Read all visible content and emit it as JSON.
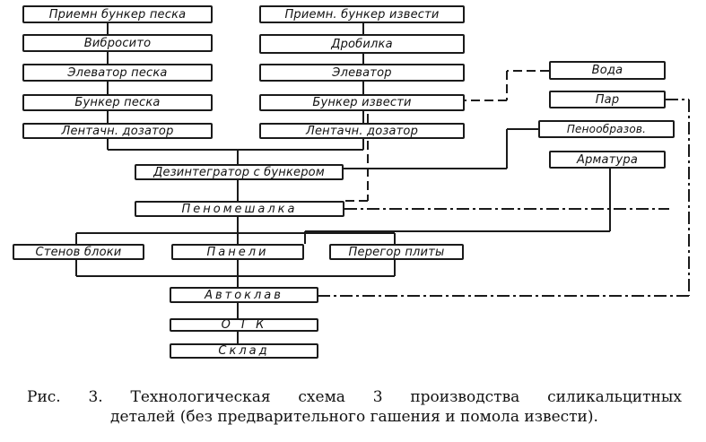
{
  "diagram": {
    "sand_line": {
      "receiving_hopper": "Приемн бункер песка",
      "vibrating_screen": "Вибросито",
      "elevator": "Элеватор песка",
      "hopper": "Бункер песка",
      "belt_dispenser": "Лентачн. дозатор"
    },
    "lime_line": {
      "receiving_hopper": "Приемн. бункер извести",
      "crusher": "Дробилка",
      "elevator": "Элеватор",
      "hopper": "Бункер извести",
      "belt_dispenser": "Лентачн. дозатор"
    },
    "inputs": {
      "water": "Вода",
      "steam": "Пар",
      "foam_agent": "Пенообразов.",
      "reinforcement": "Арматура"
    },
    "process": {
      "disintegrator": "Дезинтегратор с бункером",
      "foam_mixer": "Пеномешалка",
      "wall_blocks": "Стенов блоки",
      "panels": "Панели",
      "partition_plates": "Перегор плиты",
      "autoclave": "Автоклав",
      "qc": "О Т К",
      "warehouse": "Склад"
    }
  },
  "caption": {
    "line1": "Рис. 3. Технологическая схема 3 производства силикальцитных",
    "line2": "деталей (без предварительного гашения и помола извести)."
  }
}
